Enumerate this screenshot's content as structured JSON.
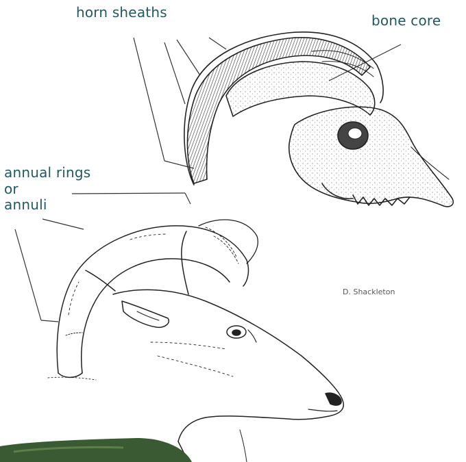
{
  "labels": {
    "horn_sheaths": "horn sheaths",
    "bone_core": "bone core",
    "annual_rings_line1": "annual rings",
    "annual_rings_line2": "or",
    "annual_rings_line3": "annuli"
  },
  "credit": "D. Shackleton",
  "colors": {
    "label_text": "#1f5a5f",
    "line_art": "#222222",
    "foliage": "#3a5a33"
  }
}
